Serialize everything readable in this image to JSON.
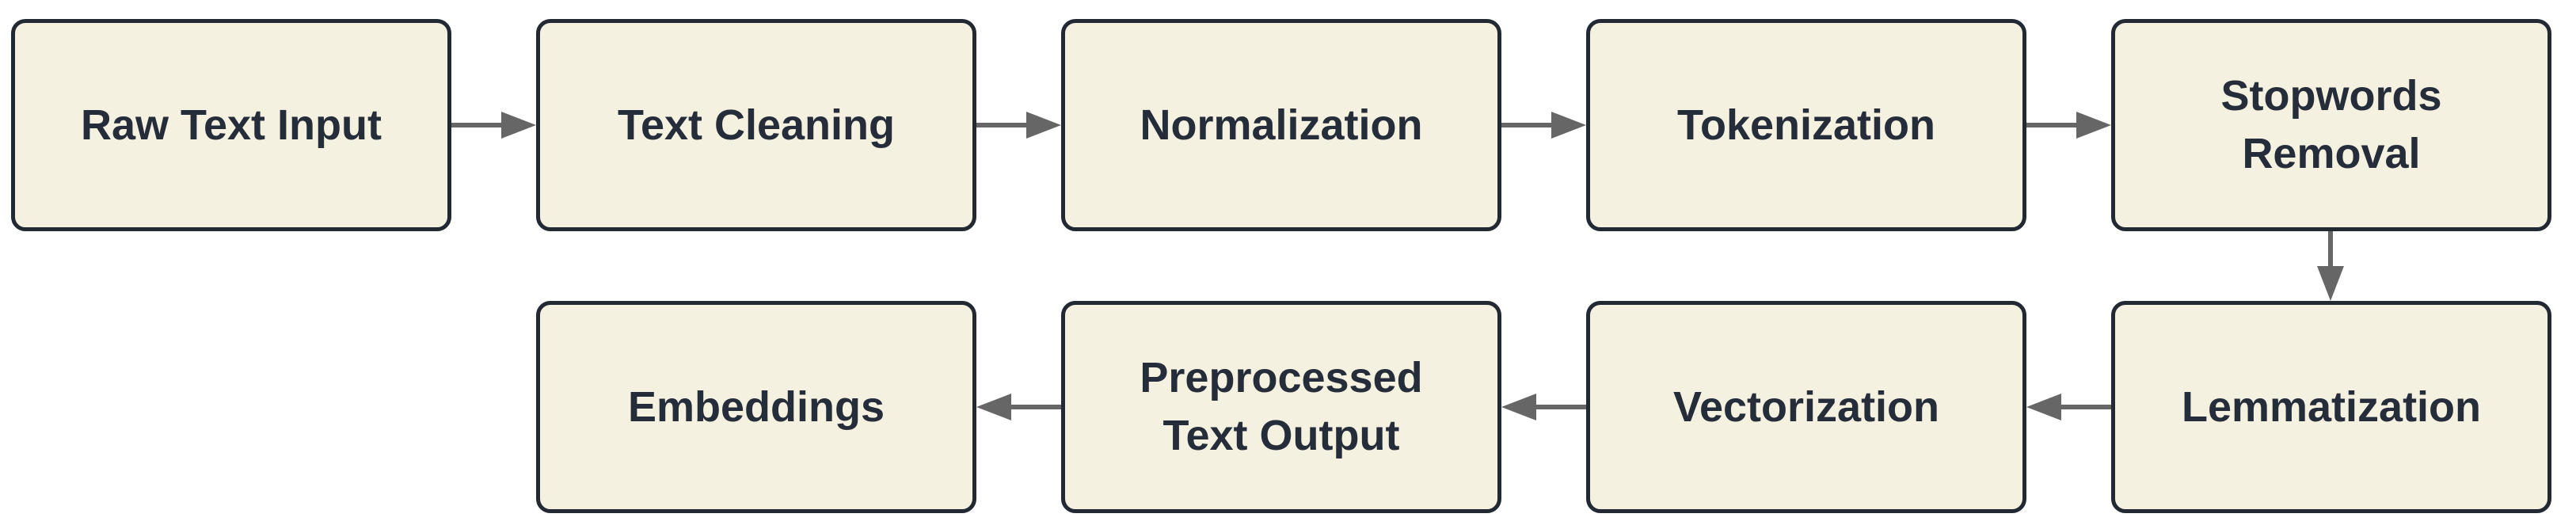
{
  "diagram": {
    "type": "flowchart",
    "background_color": "#ffffff",
    "node_fill_color": "#f5f1e0",
    "node_border_color": "#232933",
    "node_text_color": "#262d3a",
    "arrow_color": "#666666",
    "nodes": [
      {
        "id": "raw-text-input",
        "label": "Raw Text Input"
      },
      {
        "id": "text-cleaning",
        "label": "Text Cleaning"
      },
      {
        "id": "normalization",
        "label": "Normalization"
      },
      {
        "id": "tokenization",
        "label": "Tokenization"
      },
      {
        "id": "stopwords-removal",
        "label": "Stopwords Removal"
      },
      {
        "id": "lemmatization",
        "label": "Lemmatization"
      },
      {
        "id": "vectorization",
        "label": "Vectorization"
      },
      {
        "id": "preprocessed-text-output",
        "label": "Preprocessed Text Output"
      },
      {
        "id": "embeddings",
        "label": "Embeddings"
      }
    ],
    "edges": [
      {
        "from": "Raw Text Input",
        "to": "Text Cleaning"
      },
      {
        "from": "Text Cleaning",
        "to": "Normalization"
      },
      {
        "from": "Normalization",
        "to": "Tokenization"
      },
      {
        "from": "Tokenization",
        "to": "Stopwords Removal"
      },
      {
        "from": "Stopwords Removal",
        "to": "Lemmatization"
      },
      {
        "from": "Lemmatization",
        "to": "Vectorization"
      },
      {
        "from": "Vectorization",
        "to": "Preprocessed Text Output"
      },
      {
        "from": "Preprocessed Text Output",
        "to": "Embeddings"
      }
    ]
  }
}
